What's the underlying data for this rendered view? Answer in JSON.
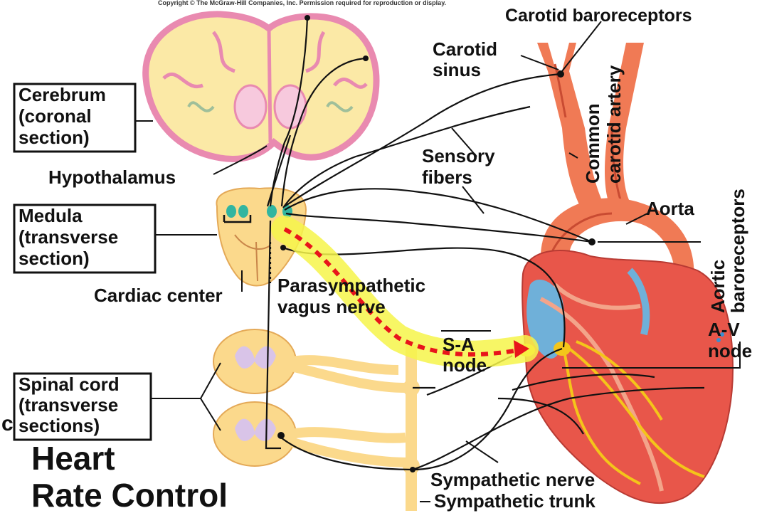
{
  "copyright": "Copyright © The McGraw-Hill Companies, Inc. Permission required for reproduction or display.",
  "title_line1": "Heart",
  "title_line2": "Rate Control",
  "side_letter": "c",
  "labels": {
    "cerebrum": [
      "Cerebrum",
      "(coronal",
      "section)"
    ],
    "hypothalamus": "Hypothalamus",
    "medula": [
      "Medula",
      "(transverse",
      "section)"
    ],
    "cardiac_center": "Cardiac center",
    "parasympathetic": [
      "Parasympathetic",
      "vagus nerve"
    ],
    "spinal_cord": [
      "Spinal cord",
      "(transverse",
      "sections)"
    ],
    "carotid_sinus": [
      "Carotid",
      "sinus"
    ],
    "carotid_baroreceptors": "Carotid baroreceptors",
    "common_carotid": [
      "Common",
      "carotid artery"
    ],
    "sensory_fibers": [
      "Sensory",
      "fibers"
    ],
    "aorta": "Aorta",
    "aortic_baroreceptors": [
      "Aortic",
      "baroreceptors"
    ],
    "av_node": [
      "A-V",
      "node"
    ],
    "sa_node": [
      "S-A",
      "node"
    ],
    "sympathetic_nerve": "Sympathetic nerve",
    "sympathetic_trunk": "Sympathetic trunk"
  },
  "colors": {
    "cerebrum_fill": "#fbe9a6",
    "cerebrum_outline": "#e98ab0",
    "nerve_tissue": "#fbd98c",
    "artery": "#f07a55",
    "heart": "#e8564a",
    "highlight": "#f6f54a",
    "arrow": "#e8141b",
    "conduction": "#f4c51a"
  }
}
